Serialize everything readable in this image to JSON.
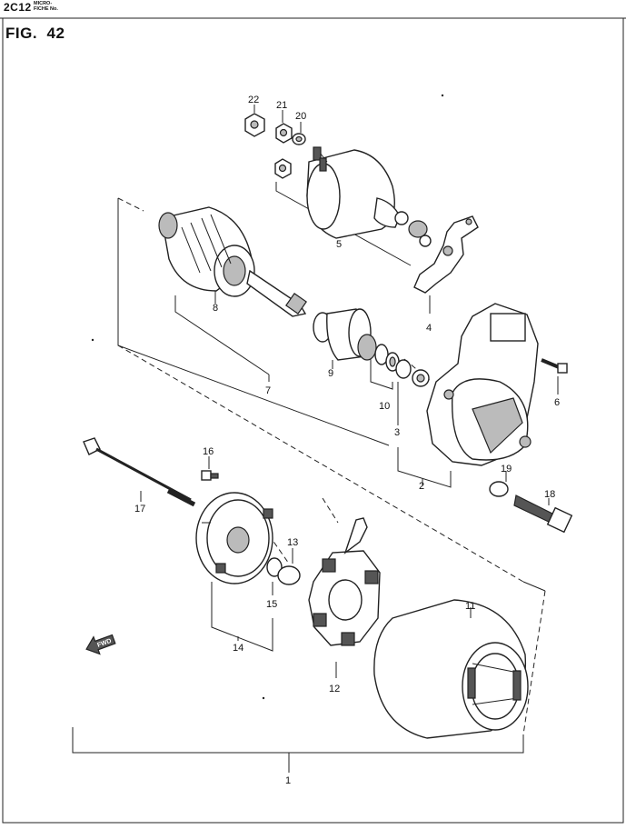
{
  "header": {
    "code": "2C12",
    "micro_line1": "MICRO-",
    "micro_line2": "FICHE No.",
    "figure": "FIG.  42"
  },
  "fwd_label": "FWD",
  "callouts": [
    "1",
    "2",
    "3",
    "4",
    "5",
    "6",
    "7",
    "8",
    "9",
    "10",
    "11",
    "12",
    "13",
    "14",
    "15",
    "16",
    "17",
    "18",
    "19",
    "20",
    "21",
    "22"
  ]
}
